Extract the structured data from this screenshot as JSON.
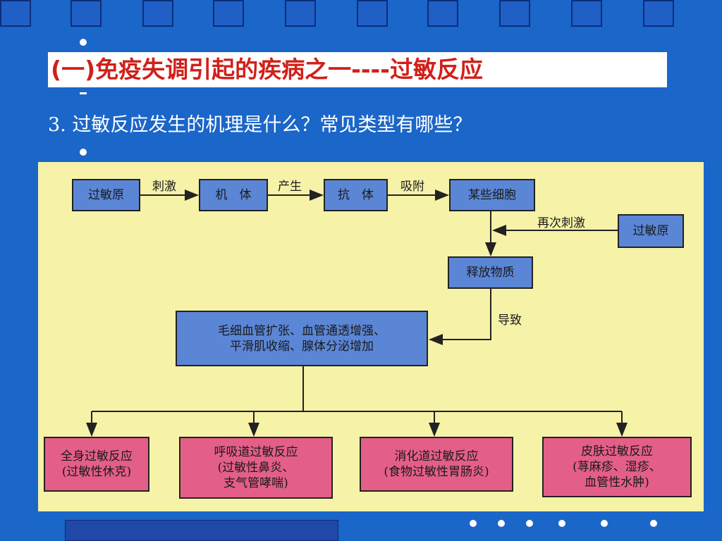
{
  "title": "(一)免疫失调引起的疾病之一----过敏反应",
  "question": "3. 过敏反应发生的机理是什么？常见类型有哪些？",
  "diagram": {
    "nodes": {
      "allergen1": "过敏原",
      "body": "机　体",
      "antibody": "抗　体",
      "cells": "某些细胞",
      "allergen2": "过敏原",
      "release": "释放物质",
      "effects": "毛细血管扩张、血管通透增强、\n平滑肌收缩、腺体分泌增加",
      "type1": "全身过敏反应\n(过敏性休克)",
      "type2": "呼吸道过敏反应\n(过敏性鼻炎、\n支气管哮喘)",
      "type3": "消化道过敏反应\n(食物过敏性胃肠炎)",
      "type4": "皮肤过敏反应\n(荨麻疹、湿疹、\n血管性水肿)"
    },
    "edges": {
      "stimulate": "刺激",
      "produce": "产生",
      "adsorb": "吸附",
      "restimulate": "再次刺激",
      "cause": "导致"
    }
  }
}
